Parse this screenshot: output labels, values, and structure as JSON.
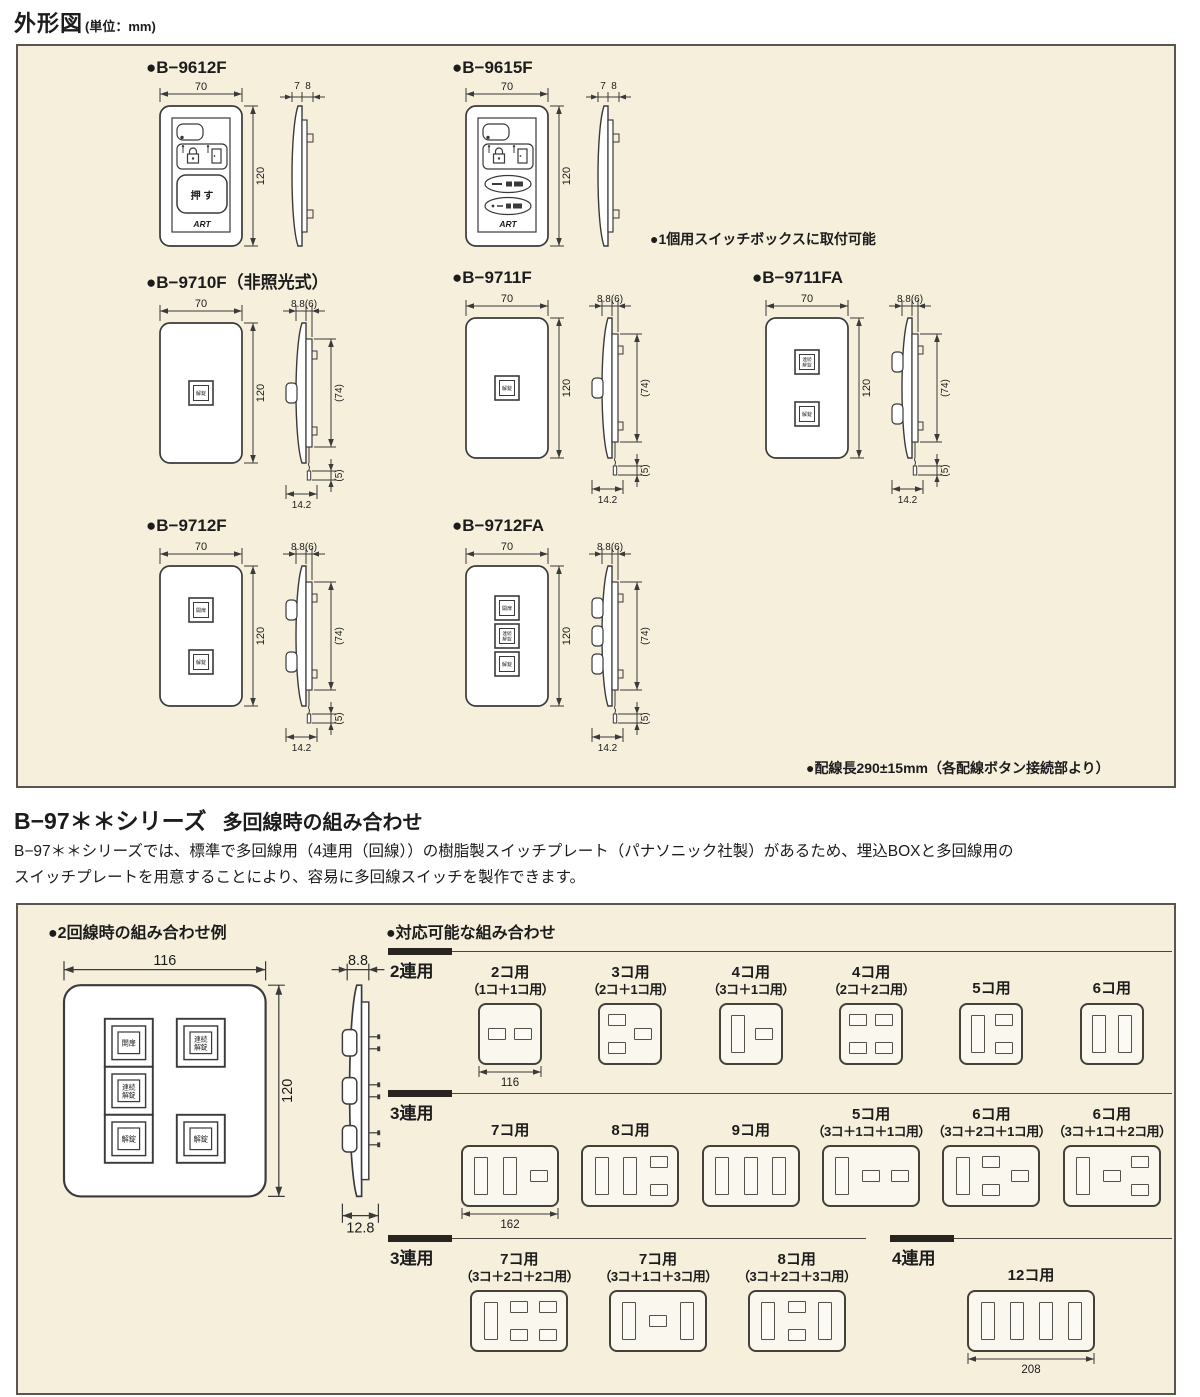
{
  "page": {
    "title": "外形図",
    "title_unit": "(単位：mm)"
  },
  "colors": {
    "panel_bg": "#f5efdc",
    "panel_border": "#5a564f",
    "line": "#3a3a3a",
    "gang_bar": "#29241f"
  },
  "series": {
    "heading": "B−97＊＊シリーズ",
    "subheading": "多回線時の組み合わせ",
    "body_line1": "B−97＊＊シリーズでは、標準で多回線用（4連用（回線））の樹脂製スイッチプレート（パナソニック社製）があるため、埋込BOXと多回線用の",
    "body_line2": "スイッチプレートを用意することにより、容易に多回線スイッチを製作できます。"
  },
  "outline": {
    "note_switchbox": "●1個用スイッチボックスに取付可能",
    "note_wiring": "●配線長290±15mm（各配線ボタン接続部より）",
    "products": [
      {
        "id": "b9612f",
        "label": "●B−9612F",
        "type": "remote",
        "face": "push",
        "face_push": "押 す",
        "logo": "ART",
        "dims": {
          "front_w": "70",
          "front_h": "120",
          "side_a": "7",
          "side_b": "8"
        }
      },
      {
        "id": "b9615f",
        "label": "●B−9615F",
        "type": "remote",
        "face": "dual",
        "logo": "ART",
        "dims": {
          "front_w": "70",
          "front_h": "120",
          "side_a": "7",
          "side_b": "8"
        }
      },
      {
        "id": "b9710f",
        "label": "●B−9710F（非照光式）",
        "type": "switch",
        "buttons": [
          [
            "解錠"
          ]
        ],
        "dims": {
          "front_w": "70",
          "front_h": "120",
          "side_top": "8.8(6)",
          "side_mid": "(74)",
          "side_low": "(5)",
          "side_bottom": "14.2"
        }
      },
      {
        "id": "b9711f",
        "label": "●B−9711F",
        "type": "switch",
        "buttons": [
          [
            "解錠"
          ]
        ],
        "dims": {
          "front_w": "70",
          "front_h": "120",
          "side_top": "8.8(6)",
          "side_mid": "(74)",
          "side_low": "(5)",
          "side_bottom": "14.2"
        }
      },
      {
        "id": "b9711fa",
        "label": "●B−9711FA",
        "type": "switch",
        "buttons": [
          [
            "連続",
            "解錠"
          ],
          [
            "解錠"
          ]
        ],
        "dims": {
          "front_w": "70",
          "front_h": "120",
          "side_top": "8.8(6)",
          "side_mid": "(74)",
          "side_low": "(5)",
          "side_bottom": "14.2"
        }
      },
      {
        "id": "b9712f",
        "label": "●B−9712F",
        "type": "switch",
        "buttons": [
          [
            "開扉"
          ],
          [
            "解錠"
          ]
        ],
        "dims": {
          "front_w": "70",
          "front_h": "120",
          "side_top": "8.8(6)",
          "side_mid": "(74)",
          "side_low": "(5)",
          "side_bottom": "14.2"
        }
      },
      {
        "id": "b9712fa",
        "label": "●B−9712FA",
        "type": "switch",
        "buttons": [
          [
            "開扉"
          ],
          [
            "連続",
            "解錠"
          ],
          [
            "解錠"
          ]
        ],
        "dims": {
          "front_w": "70",
          "front_h": "120",
          "side_top": "8.8(6)",
          "side_mid": "(74)",
          "side_low": "(5)",
          "side_bottom": "14.2"
        }
      }
    ]
  },
  "combo": {
    "heading": "●対応可能な組み合わせ",
    "example": {
      "heading": "●2回線時の組み合わせ例",
      "front_w": "116",
      "front_h": "120",
      "side_top": "8.8",
      "side_bottom": "12.8",
      "left_buttons": [
        [
          "開扉"
        ],
        [
          "連続",
          "解錠"
        ],
        [
          "解錠"
        ]
      ],
      "right_buttons": [
        [
          "連続",
          "解錠"
        ],
        [
          "解錠"
        ]
      ]
    },
    "rows": [
      {
        "gang": "2連用",
        "items": [
          {
            "title": "2コ用",
            "subtitle": "（1コ＋1コ用）",
            "pattern": "s|s",
            "dim": "116"
          },
          {
            "title": "3コ用",
            "subtitle": "（2コ＋1コ用）",
            "pattern": "ss|s"
          },
          {
            "title": "4コ用",
            "subtitle": "（3コ＋1コ用）",
            "pattern": "t|s"
          },
          {
            "title": "4コ用",
            "subtitle": "（2コ＋2コ用）",
            "pattern": "ss|ss"
          },
          {
            "title": "5コ用",
            "subtitle": "",
            "pattern": "t|ss"
          },
          {
            "title": "6コ用",
            "subtitle": "",
            "pattern": "t|t"
          }
        ]
      },
      {
        "gang": "3連用",
        "items": [
          {
            "title": "7コ用",
            "subtitle": "",
            "pattern": "t|t|s",
            "dim": "162"
          },
          {
            "title": "8コ用",
            "subtitle": "",
            "pattern": "t|t|ss"
          },
          {
            "title": "9コ用",
            "subtitle": "",
            "pattern": "t|t|t"
          },
          {
            "title": "5コ用",
            "subtitle": "（3コ＋1コ＋1コ用）",
            "pattern": "t|s|s"
          },
          {
            "title": "6コ用",
            "subtitle": "（3コ＋2コ＋1コ用）",
            "pattern": "t|ss|s"
          },
          {
            "title": "6コ用",
            "subtitle": "（3コ＋1コ＋2コ用）",
            "pattern": "t|s|ss"
          }
        ]
      },
      {
        "gang": "3連用",
        "items": [
          {
            "title": "7コ用",
            "subtitle": "（3コ＋2コ＋2コ用）",
            "pattern": "t|ss|ss"
          },
          {
            "title": "7コ用",
            "subtitle": "（3コ＋1コ＋3コ用）",
            "pattern": "t|s|t"
          },
          {
            "title": "8コ用",
            "subtitle": "（3コ＋2コ＋3コ用）",
            "pattern": "t|ss|t"
          }
        ]
      },
      {
        "gang": "4連用",
        "items": [
          {
            "title": "12コ用",
            "subtitle": "",
            "pattern": "t|t|t|t",
            "dim": "208"
          }
        ]
      }
    ]
  }
}
